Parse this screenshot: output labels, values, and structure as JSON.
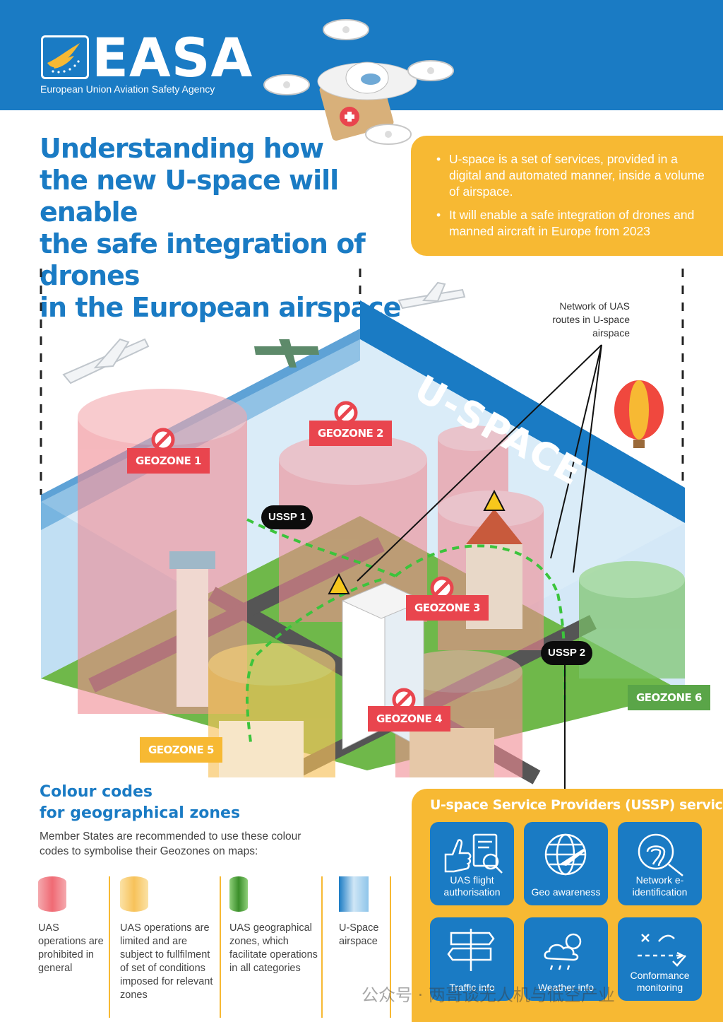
{
  "header": {
    "logo_text": "EASA",
    "logo_subtitle": "European Union Aviation Safety Agency",
    "brand_color": "#1a7bc4",
    "accent_color": "#f7b933"
  },
  "title": [
    "Understanding how",
    "the new U-space will enable",
    "the safe integration of drones",
    "in the European airspace"
  ],
  "info_box": {
    "bullets": [
      "U-space is a set of services, provided in a digital and automated manner, inside a volume of airspace.",
      "It will enable a safe integration of drones and manned aircraft in Europe from 2023"
    ]
  },
  "scene": {
    "uspace_label": "U-SPACE",
    "network_note": "Network of UAS routes in U-space airspace",
    "geozones": [
      {
        "label": "GEOZONE 1",
        "color": "red"
      },
      {
        "label": "GEOZONE 2",
        "color": "red"
      },
      {
        "label": "GEOZONE 3",
        "color": "red"
      },
      {
        "label": "GEOZONE 4",
        "color": "red"
      },
      {
        "label": "GEOZONE 5",
        "color": "yellow"
      },
      {
        "label": "GEOZONE 6",
        "color": "green"
      }
    ],
    "ussp": [
      "USSP 1",
      "USSP 2"
    ]
  },
  "colour_codes": {
    "title": [
      "Colour codes",
      "for geographical zones"
    ],
    "description": "Member States are recommended to use these colour codes to symbolise their Geozones on maps:",
    "items": [
      {
        "text": "UAS operations are prohibited in general",
        "color": "#f08088"
      },
      {
        "text": "UAS operations are limited and are subject to fullfilment of set of conditions imposed for relevant zones",
        "color": "#f9d27a"
      },
      {
        "text": "UAS geographical zones, which facilitate operations in all categories",
        "color": "#4a9e3a"
      },
      {
        "text": "U-Space airspace",
        "color": "#8ec5ea"
      }
    ]
  },
  "services": {
    "title": "U-space Service Providers (USSP) services",
    "items": [
      {
        "label": "UAS flight authorisation",
        "icon": "thumbs-up-document-icon"
      },
      {
        "label": "Geo awareness",
        "icon": "globe-plane-icon"
      },
      {
        "label": "Network e-identification",
        "icon": "fingerprint-magnifier-icon"
      },
      {
        "label": "Traffic info",
        "icon": "signpost-icon"
      },
      {
        "label": "Weather info",
        "icon": "weather-cloud-icon"
      },
      {
        "label": "Conformance monitoring",
        "icon": "path-check-icon"
      }
    ]
  },
  "watermark": "公众号 · 两哥谈无人机与低空产业"
}
